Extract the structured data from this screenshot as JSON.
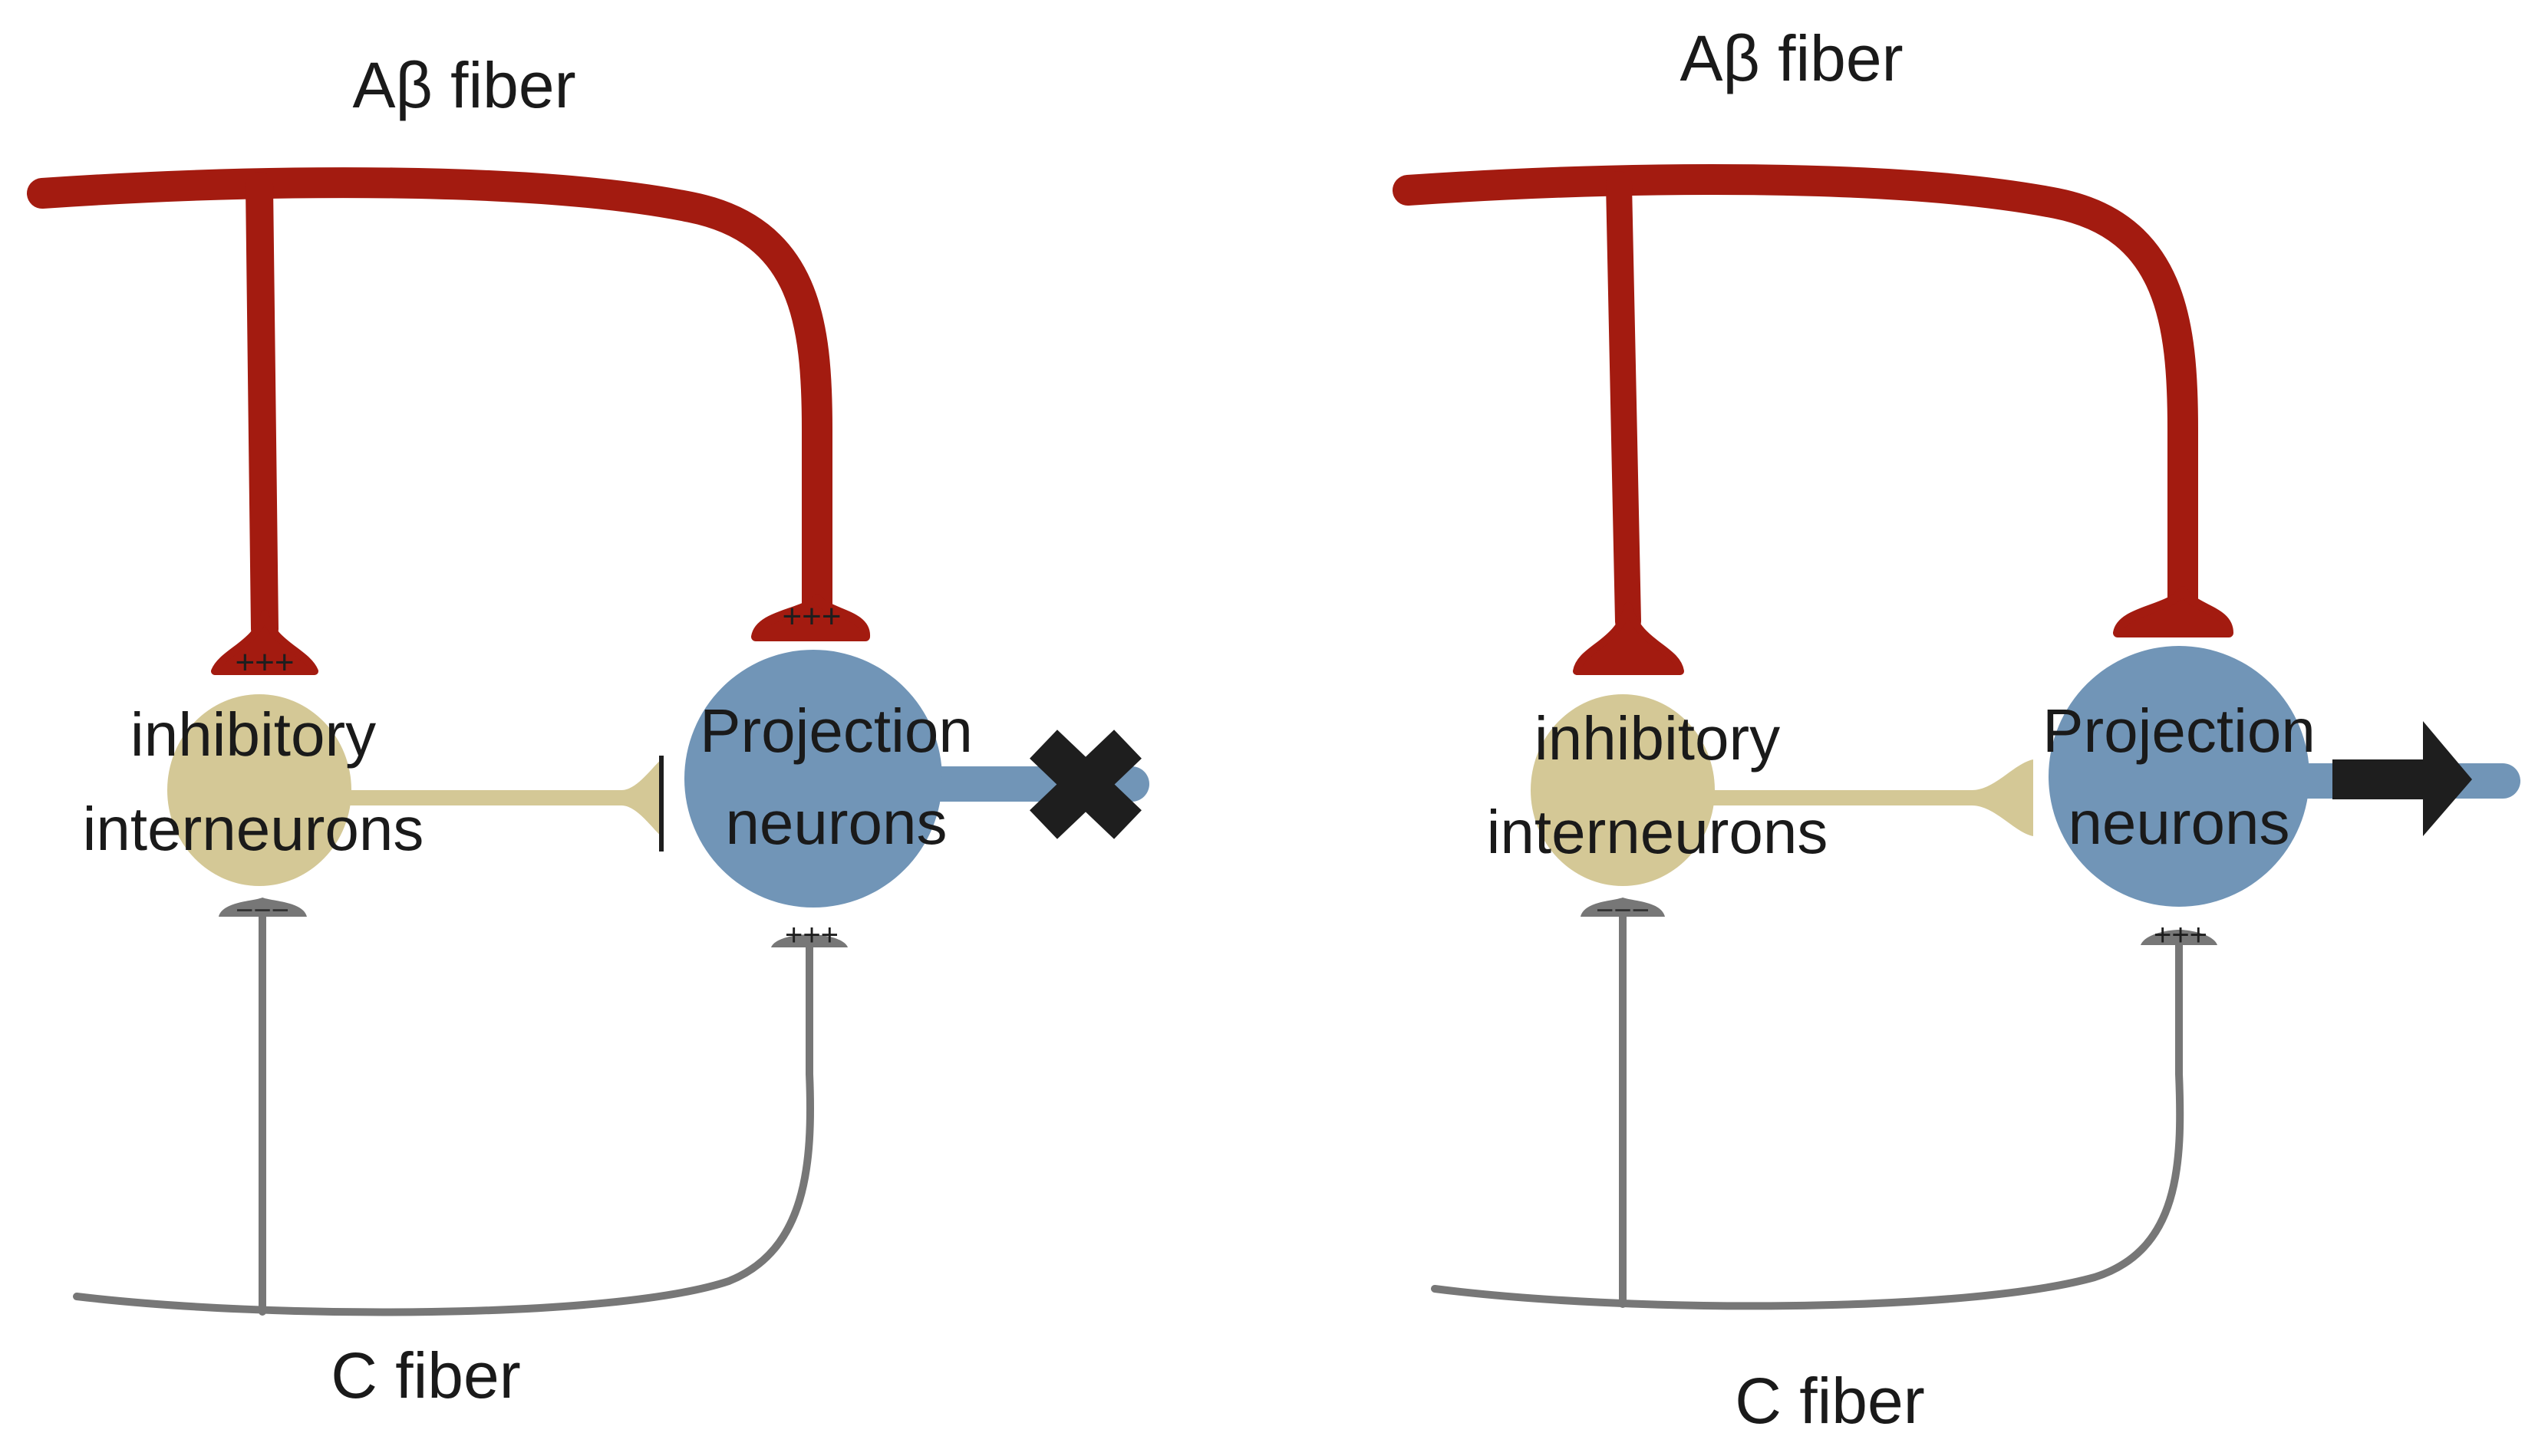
{
  "panels": [
    {
      "id": "left",
      "ab_fiber_label": "Aβ fiber",
      "c_fiber_label": "C fiber",
      "inhibitory_line1": "inhibitory",
      "inhibitory_line2": "interneurons",
      "projection_line1": "Projection",
      "projection_line2": "neurons",
      "ab_synapse_inhibitory_sign": "+++",
      "ab_synapse_projection_sign": "+++",
      "c_synapse_inhibitory_sign": "−−−",
      "c_synapse_projection_sign": "+++",
      "output": "blocked"
    },
    {
      "id": "right",
      "ab_fiber_label": "Aβ fiber",
      "c_fiber_label": "C fiber",
      "inhibitory_line1": "inhibitory",
      "inhibitory_line2": "interneurons",
      "projection_line1": "Projection",
      "projection_line2": "neurons",
      "ab_synapse_inhibitory_sign": "",
      "ab_synapse_projection_sign": "",
      "c_synapse_inhibitory_sign": "−−−",
      "c_synapse_projection_sign": "+++",
      "output": "transmitted"
    }
  ],
  "colors": {
    "ab_fiber": "#a31b10",
    "c_fiber": "#777777",
    "inhibitory": "#d4c896",
    "projection": "#7195b7",
    "mark": "#1e1e1e"
  },
  "icons": {
    "blocked": "cross-mark-icon",
    "transmitted": "arrow-right-icon"
  }
}
